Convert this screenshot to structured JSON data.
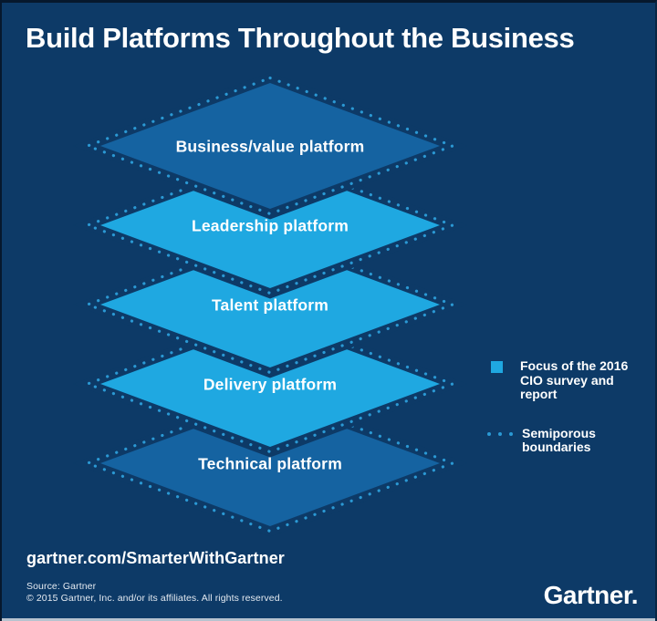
{
  "title": "Build Platforms Throughout the Business",
  "colors": {
    "background": "#0d3a67",
    "platform_medium_blue": "#1563a1",
    "platform_light_blue": "#1fa8e1",
    "boundary_dots": "#2b99d4",
    "text": "#ffffff"
  },
  "platforms": [
    {
      "id": "business-value",
      "label": "Business/value platform",
      "tone": "medium"
    },
    {
      "id": "leadership",
      "label": "Leadership platform",
      "tone": "light"
    },
    {
      "id": "talent",
      "label": "Talent platform",
      "tone": "light"
    },
    {
      "id": "delivery",
      "label": "Delivery platform",
      "tone": "light"
    },
    {
      "id": "technical",
      "label": "Technical platform",
      "tone": "medium"
    }
  ],
  "legend": {
    "focus_label": "Focus of the 2016 CIO survey and report",
    "boundaries_label": "Semiporous boundaries"
  },
  "footer": {
    "url": "gartner.com/SmarterWithGartner",
    "source": "Source: Gartner",
    "copyright": "© 2015 Gartner, Inc. and/or its affiliates. All rights reserved.",
    "logo": "Gartner."
  }
}
